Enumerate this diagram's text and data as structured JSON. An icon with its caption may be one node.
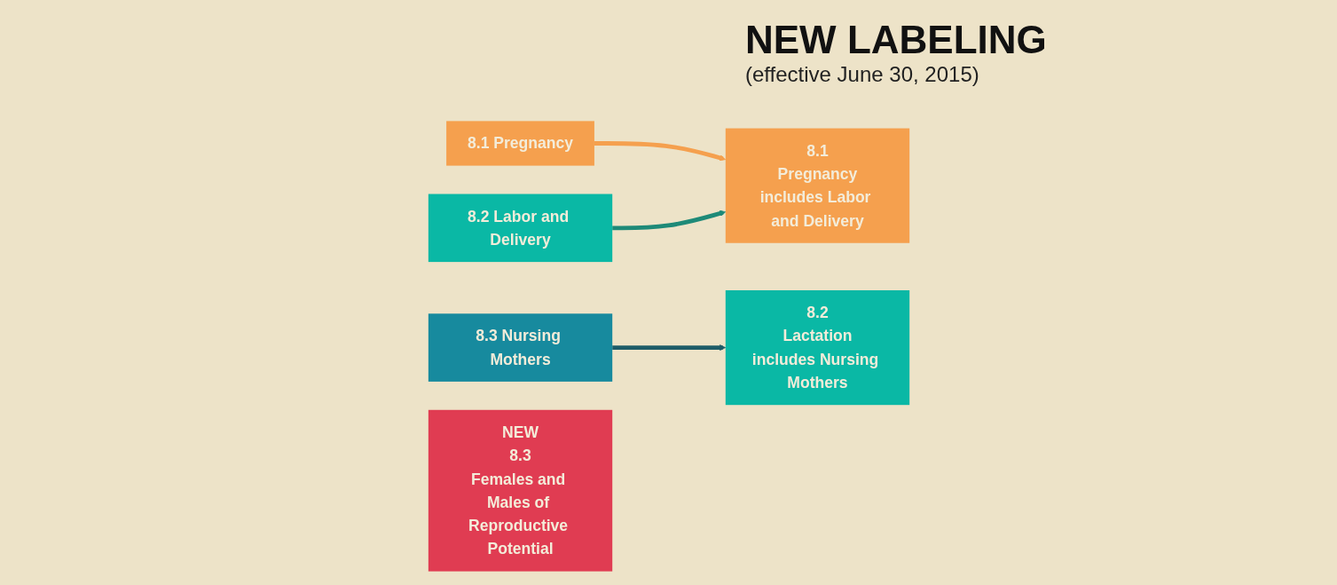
{
  "diagram": {
    "title": "NEW LABELING",
    "nodes": [
      {
        "text": [
          "8.1 Pregnancy"
        ]
      },
      {
        "text": [
          "8.2 Labor and Delivery"
        ]
      },
      {
        "text": [
          "8.3 Nursing Mothers"
        ]
      },
      {
        "text": [
          "8.1",
          "Pregnancy",
          "includes Labor and Delivery"
        ]
      },
      {
        "text": [
          "8.2",
          "Lactation",
          "includes Nursing Mothers"
        ]
      },
      {
        "text": [
          "NEW",
          "8.3",
          "Females and Males of Reproductive Potential"
        ]
      }
    ],
    "edges": [
      {
        "from": 0,
        "to": 3,
        "arrow": "to",
        "color": "#f5a04e"
      },
      {
        "from": 1,
        "to": 3,
        "arrow": "to",
        "color": "#1e8a78"
      },
      {
        "from": 2,
        "to": 4,
        "arrow": "to",
        "color": "#1e5c68"
      }
    ],
    "labels": [
      "(effective June 30, 2015)"
    ]
  }
}
